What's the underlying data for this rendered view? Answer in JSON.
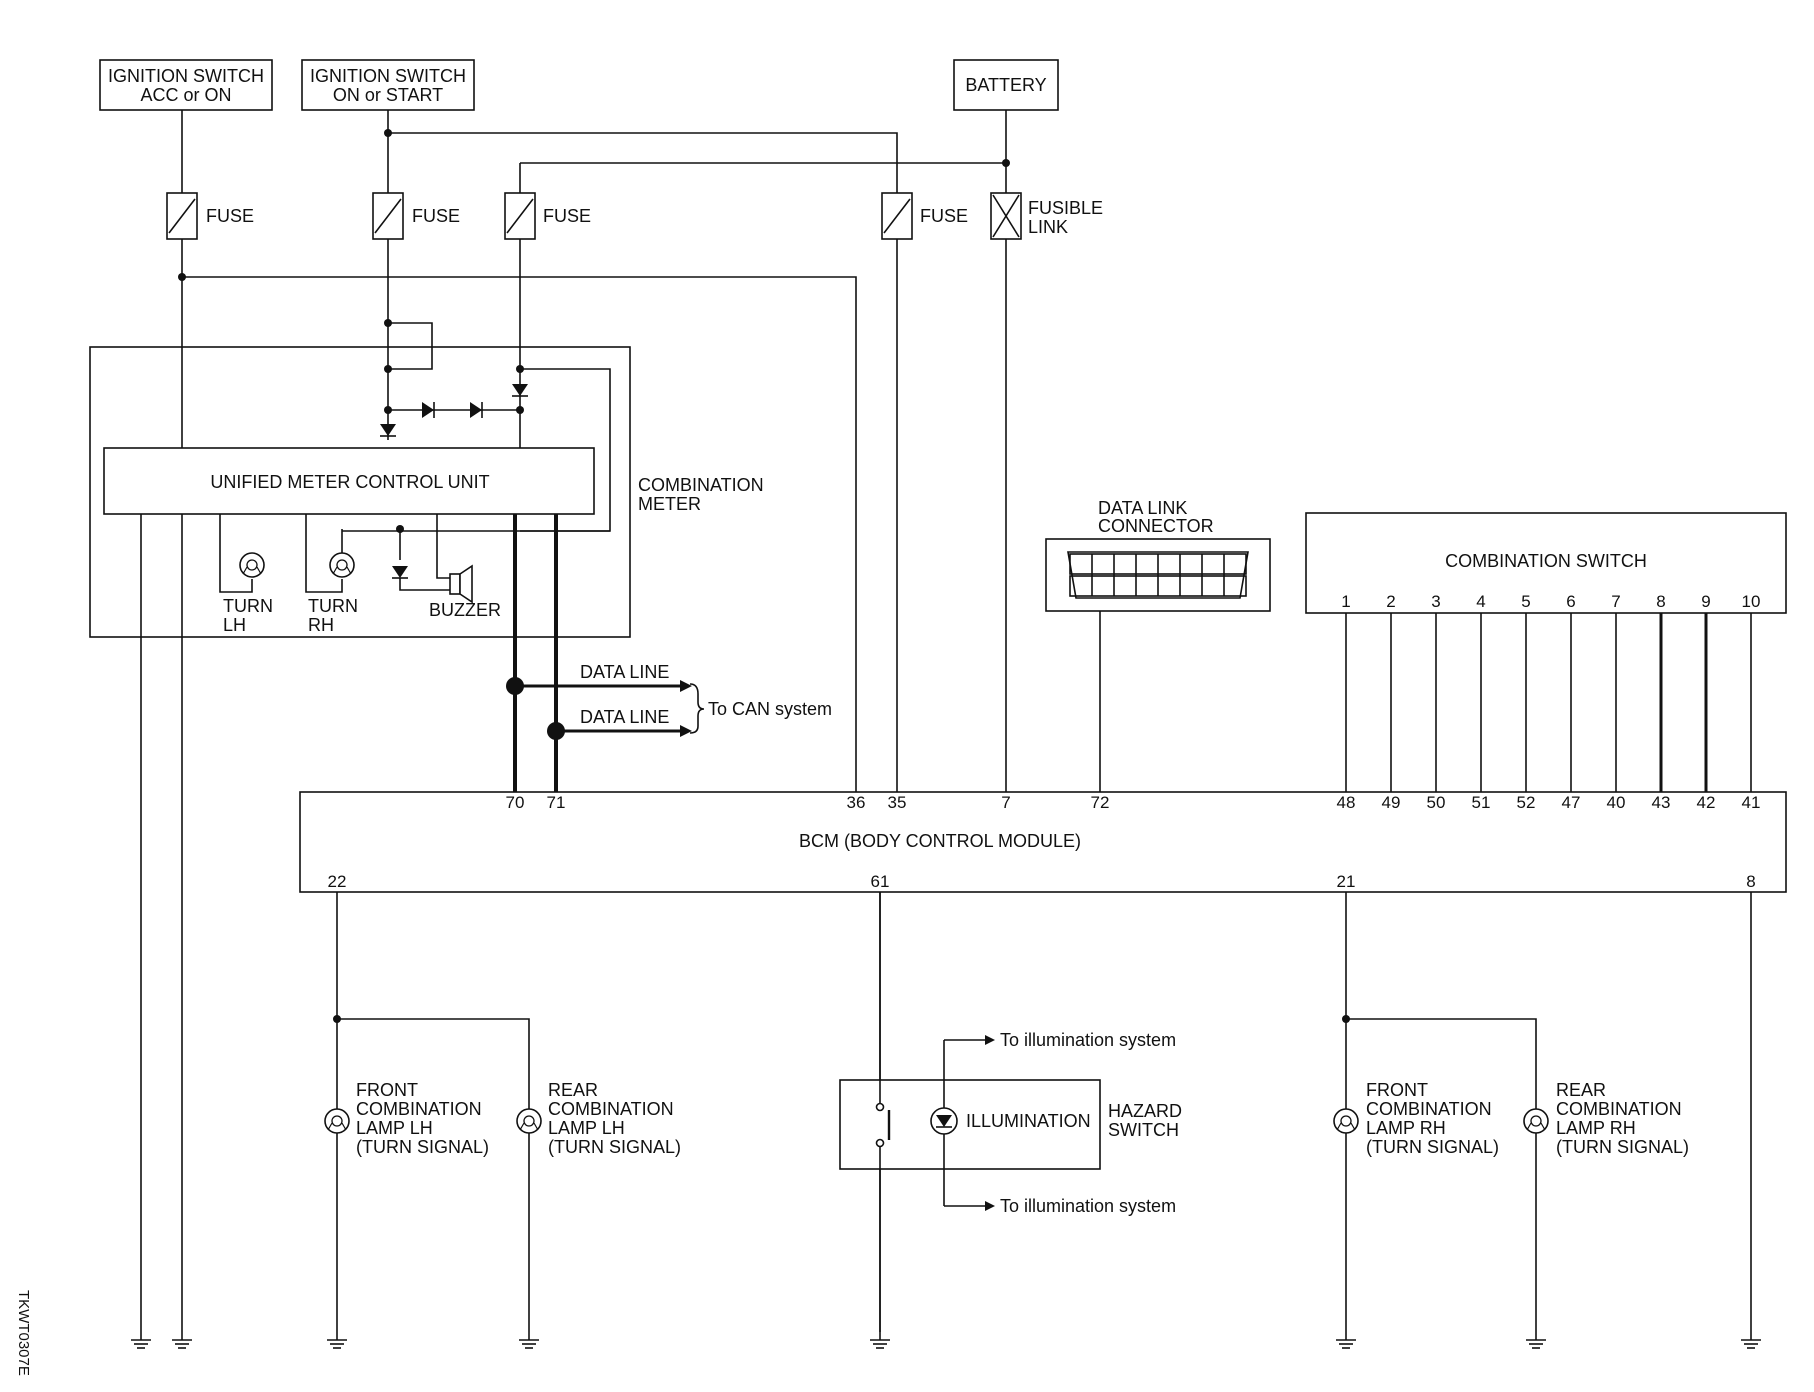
{
  "sources": {
    "ign_acc_on": [
      "IGNITION SWITCH",
      "ACC or ON"
    ],
    "ign_on_start": [
      "IGNITION SWITCH",
      "ON or START"
    ],
    "battery": "BATTERY"
  },
  "fuses": {
    "fuse": "FUSE",
    "fusible_link": [
      "FUSIBLE",
      "LINK"
    ]
  },
  "meter": {
    "control_unit": "UNIFIED METER CONTROL UNIT",
    "title": [
      "COMBINATION",
      "METER"
    ],
    "turn_lh": [
      "TURN",
      "LH"
    ],
    "turn_rh": [
      "TURN",
      "RH"
    ],
    "buzzer": "BUZZER"
  },
  "can": {
    "data_line_1": "DATA LINE",
    "data_line_2": "DATA LINE",
    "to_can": "To CAN system"
  },
  "dlc": [
    "DATA LINK",
    "CONNECTOR"
  ],
  "combination_switch": {
    "title": "COMBINATION SWITCH",
    "pins": [
      "1",
      "2",
      "3",
      "4",
      "5",
      "6",
      "7",
      "8",
      "9",
      "10"
    ]
  },
  "bcm": {
    "title": "BCM (BODY CONTROL MODULE)",
    "top_pins": [
      "70",
      "71",
      "36",
      "35",
      "7",
      "72",
      "48",
      "49",
      "50",
      "51",
      "52",
      "47",
      "40",
      "43",
      "42",
      "41"
    ],
    "bottom_pins": [
      "22",
      "61",
      "21",
      "8"
    ]
  },
  "lamps": {
    "front_lh": [
      "FRONT",
      "COMBINATION",
      "LAMP LH",
      "(TURN SIGNAL)"
    ],
    "rear_lh": [
      "REAR",
      "COMBINATION",
      "LAMP LH",
      "(TURN SIGNAL)"
    ],
    "front_rh": [
      "FRONT",
      "COMBINATION",
      "LAMP RH",
      "(TURN SIGNAL)"
    ],
    "rear_rh": [
      "REAR",
      "COMBINATION",
      "LAMP RH",
      "(TURN SIGNAL)"
    ]
  },
  "hazard": {
    "illumination": "ILLUMINATION",
    "title": [
      "HAZARD",
      "SWITCH"
    ],
    "to_illum_top": "To illumination system",
    "to_illum_bottom": "To illumination system"
  },
  "figure_code": "TKWT0307E"
}
